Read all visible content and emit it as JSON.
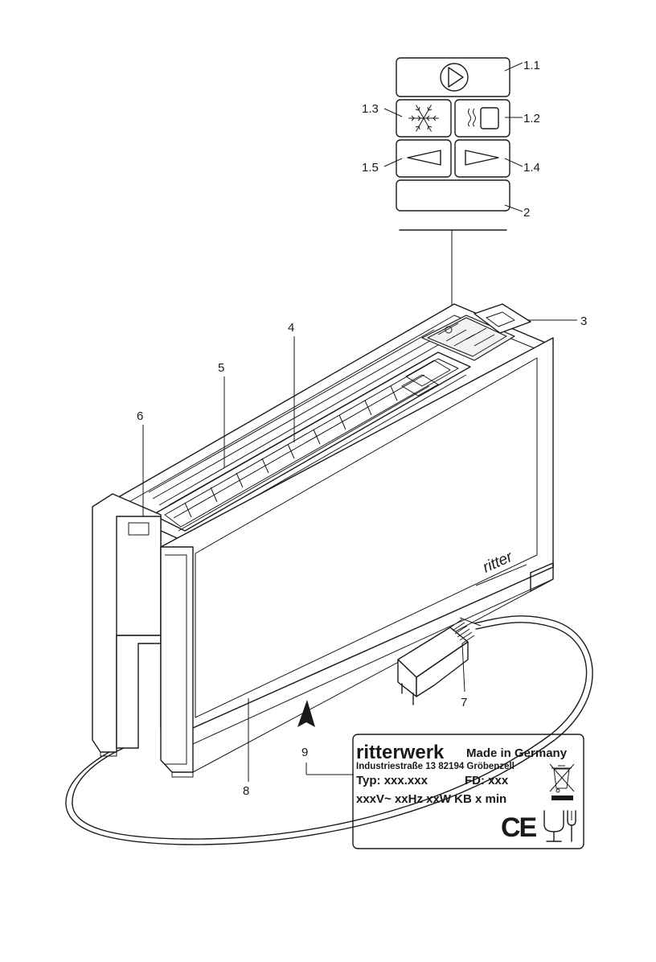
{
  "callouts": {
    "c1_1": "1.1",
    "c1_2": "1.2",
    "c1_3": "1.3",
    "c1_4": "1.4",
    "c1_5": "1.5",
    "c2": "2",
    "c3": "3",
    "c4": "4",
    "c5": "5",
    "c6": "6",
    "c7": "7",
    "c8": "8",
    "c9": "9"
  },
  "device": {
    "logo": "ritter"
  },
  "rating_plate": {
    "brand": "ritterwerk",
    "made_in": "Made in Germany",
    "address": "Industriestraße 13   82194 Gröbenzell",
    "type": "Typ: xxx.xxx",
    "fd": "FD: xxx",
    "ratings": "xxxV~  xxHz   xxW  KB x min",
    "ce_mark": "CE",
    "icons": [
      "crossed-bin-icon",
      "ce-mark-icon",
      "food-safe-icon"
    ]
  }
}
